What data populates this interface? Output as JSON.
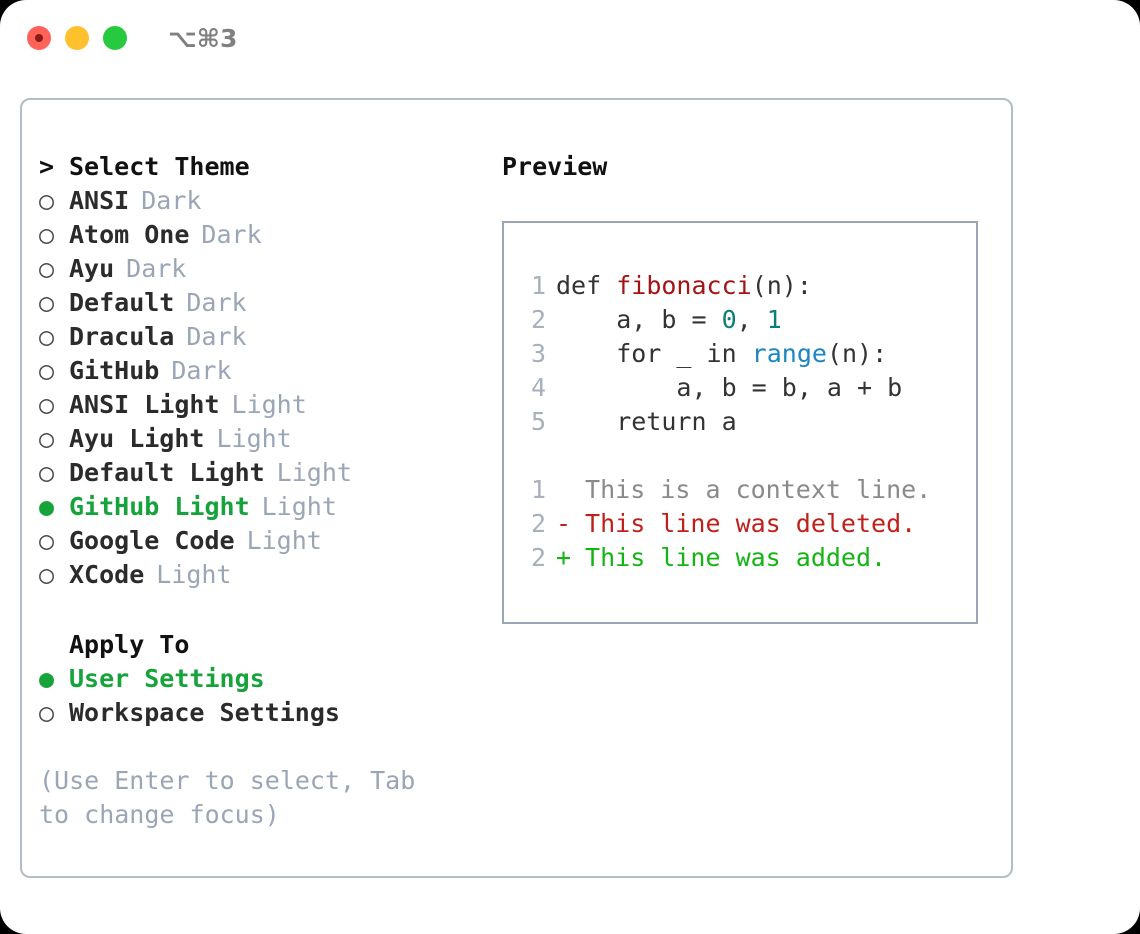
{
  "titlebar": {
    "shortcut": "⌥⌘3",
    "lights": [
      "close",
      "minimize",
      "zoom"
    ]
  },
  "theme_picker": {
    "heading": "Select Theme",
    "heading_marker": ">",
    "bullet_selected": "●",
    "bullet_unselected": "○",
    "items": [
      {
        "name": "ANSI",
        "variant": "Dark",
        "selected": false
      },
      {
        "name": "Atom One",
        "variant": "Dark",
        "selected": false
      },
      {
        "name": "Ayu",
        "variant": "Dark",
        "selected": false
      },
      {
        "name": "Default",
        "variant": "Dark",
        "selected": false
      },
      {
        "name": "Dracula",
        "variant": "Dark",
        "selected": false
      },
      {
        "name": "GitHub",
        "variant": "Dark",
        "selected": false
      },
      {
        "name": "ANSI Light",
        "variant": "Light",
        "selected": false
      },
      {
        "name": "Ayu Light",
        "variant": "Light",
        "selected": false
      },
      {
        "name": "Default Light",
        "variant": "Light",
        "selected": false
      },
      {
        "name": "GitHub Light",
        "variant": "Light",
        "selected": true
      },
      {
        "name": "Google Code",
        "variant": "Light",
        "selected": false
      },
      {
        "name": "XCode",
        "variant": "Light",
        "selected": false
      }
    ]
  },
  "apply_to": {
    "heading": "Apply To",
    "items": [
      {
        "name": "User Settings",
        "selected": true
      },
      {
        "name": "Workspace Settings",
        "selected": false
      }
    ]
  },
  "hint": "(Use Enter to select, Tab to change focus)",
  "preview": {
    "title": "Preview",
    "code_lines": [
      {
        "num": "1",
        "tokens": [
          {
            "text": "def ",
            "kind": "def"
          },
          {
            "text": "fibonacci",
            "kind": "fn"
          },
          {
            "text": "(n):",
            "kind": "plain"
          }
        ]
      },
      {
        "num": "2",
        "tokens": [
          {
            "text": "    a, b = ",
            "kind": "plain"
          },
          {
            "text": "0",
            "kind": "num"
          },
          {
            "text": ", ",
            "kind": "plain"
          },
          {
            "text": "1",
            "kind": "num"
          }
        ]
      },
      {
        "num": "3",
        "tokens": [
          {
            "text": "    for _ in ",
            "kind": "plain"
          },
          {
            "text": "range",
            "kind": "call"
          },
          {
            "text": "(n):",
            "kind": "plain"
          }
        ]
      },
      {
        "num": "4",
        "tokens": [
          {
            "text": "        a, b = b, a + b",
            "kind": "plain"
          }
        ]
      },
      {
        "num": "5",
        "tokens": [
          {
            "text": "    return a",
            "kind": "plain"
          }
        ]
      }
    ],
    "diff_lines": [
      {
        "num": "1",
        "sign": " ",
        "text": "This is a context line.",
        "kind": "ctx"
      },
      {
        "num": "2",
        "sign": "-",
        "text": "This line was deleted.",
        "kind": "del"
      },
      {
        "num": "2",
        "sign": "+",
        "text": "This line was added.",
        "kind": "add"
      }
    ]
  },
  "colors": {
    "accent_green": "#17a33c",
    "muted": "#9aa5b5",
    "border": "#b3bcc9",
    "preview_border": "#9aa5b5",
    "code_keyword": "#333333",
    "code_function": "#a31515",
    "code_number": "#0e7c77",
    "code_call": "#1a86c2",
    "diff_context": "#8a8a8a",
    "diff_deleted": "#c0201a",
    "diff_added": "#13b513"
  }
}
